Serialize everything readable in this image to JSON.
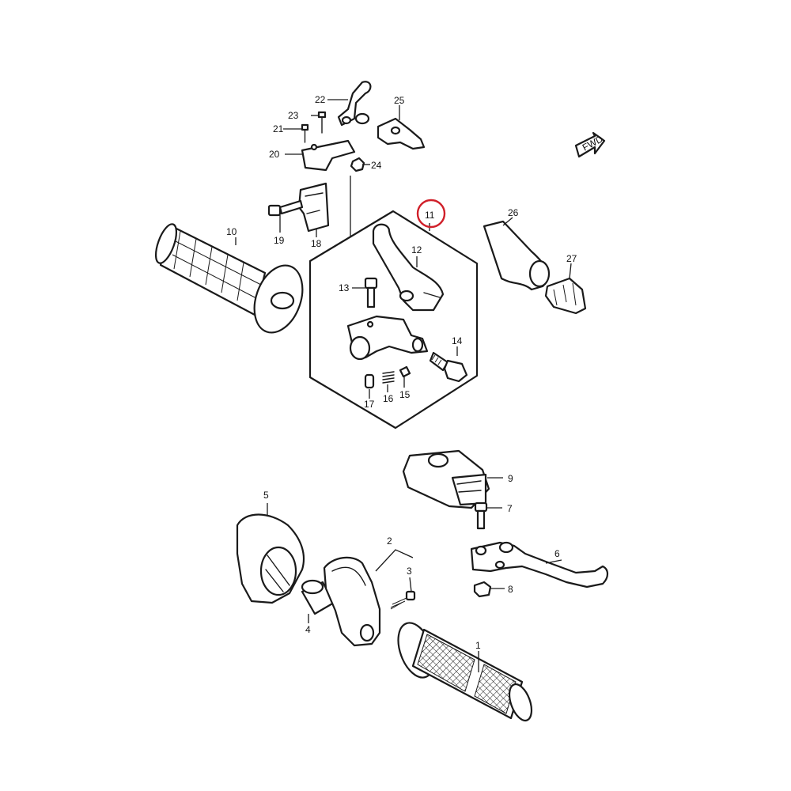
{
  "callouts": {
    "c1": "1",
    "c2": "2",
    "c3": "3",
    "c4": "4",
    "c5": "5",
    "c6": "6",
    "c7": "7",
    "c8": "8",
    "c9": "9",
    "c10": "10",
    "c11": "11",
    "c12": "12",
    "c13": "13",
    "c14": "14",
    "c15": "15",
    "c16": "16",
    "c17": "17",
    "c18": "18",
    "c19": "19",
    "c20": "20",
    "c21": "21",
    "c22": "22",
    "c23": "23",
    "c24": "24",
    "c25": "25",
    "c26": "26",
    "c27": "27"
  },
  "fwd_label": "FWD",
  "highlight": {
    "part": "11",
    "color": "#d0202a"
  },
  "colors": {
    "line": "#1a1a1a",
    "background": "#ffffff"
  }
}
